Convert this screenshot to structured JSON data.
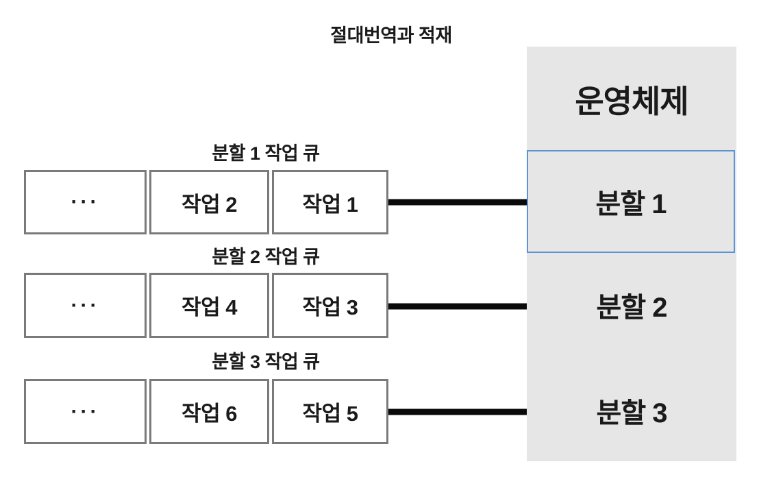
{
  "title": "절대번역과 적재",
  "os_panel": {
    "title": "운영체제",
    "partitions": [
      {
        "label": "분할 1",
        "highlighted": true
      },
      {
        "label": "분할 2",
        "highlighted": false
      },
      {
        "label": "분할 3",
        "highlighted": false
      }
    ]
  },
  "queues": [
    {
      "label": "분할 1 작업 큐",
      "cells": [
        "···",
        "작업 2",
        "작업 1"
      ]
    },
    {
      "label": "분할 2 작업 큐",
      "cells": [
        "···",
        "작업 4",
        "작업 3"
      ]
    },
    {
      "label": "분할 3 작업 큐",
      "cells": [
        "···",
        "작업 6",
        "작업 5"
      ]
    }
  ],
  "colors": {
    "panel_bg": "#e6e6e6",
    "box_border": "#7a7a7a",
    "highlight_border": "#5b94d6",
    "arrow": "#0a0a0a",
    "text": "#1a1a1a"
  }
}
